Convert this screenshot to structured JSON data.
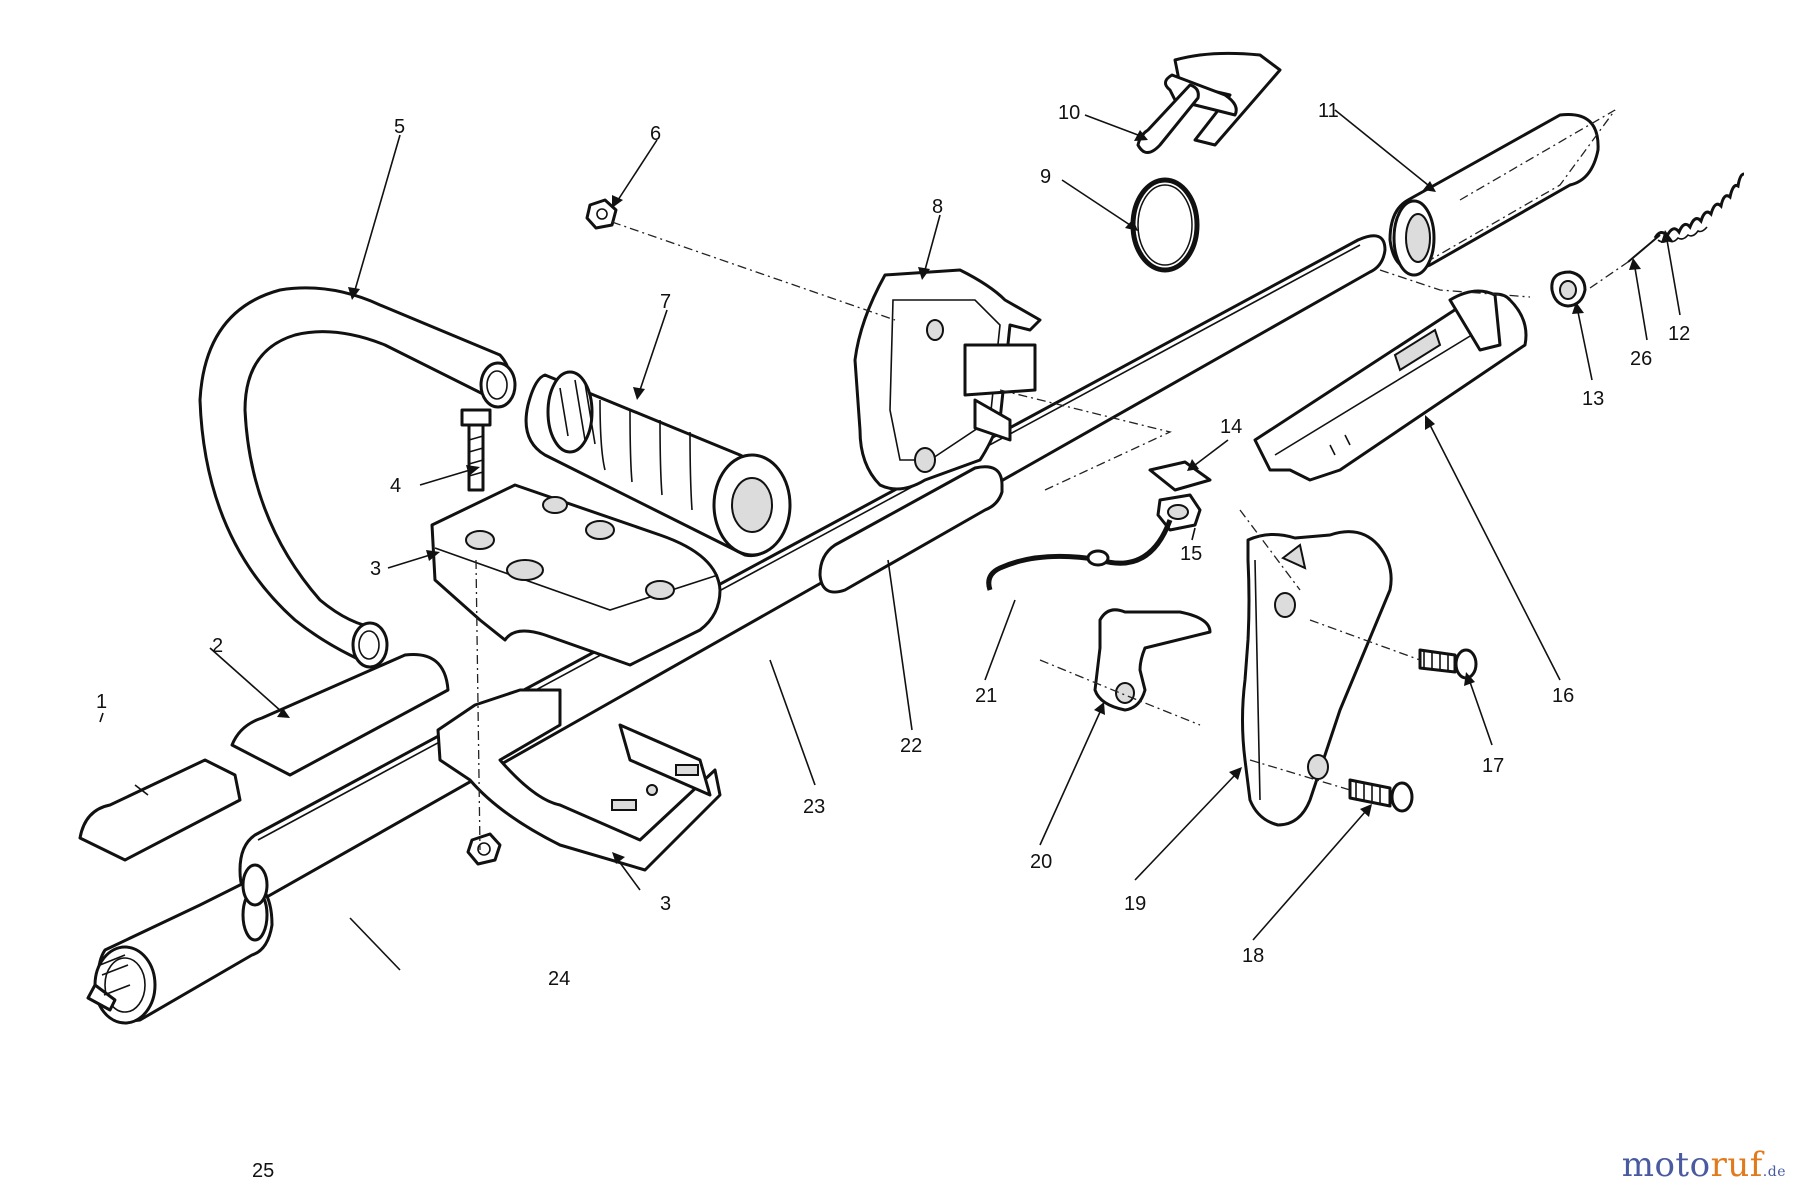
{
  "callouts": [
    {
      "id": "1",
      "text": "1"
    },
    {
      "id": "2",
      "text": "2"
    },
    {
      "id": "3a",
      "text": "3"
    },
    {
      "id": "3b",
      "text": "3"
    },
    {
      "id": "4",
      "text": "4"
    },
    {
      "id": "5",
      "text": "5"
    },
    {
      "id": "6",
      "text": "6"
    },
    {
      "id": "7",
      "text": "7"
    },
    {
      "id": "8",
      "text": "8"
    },
    {
      "id": "9",
      "text": "9"
    },
    {
      "id": "10",
      "text": "10"
    },
    {
      "id": "11",
      "text": "11"
    },
    {
      "id": "12",
      "text": "12"
    },
    {
      "id": "13",
      "text": "13"
    },
    {
      "id": "14",
      "text": "14"
    },
    {
      "id": "15",
      "text": "15"
    },
    {
      "id": "16",
      "text": "16"
    },
    {
      "id": "17",
      "text": "17"
    },
    {
      "id": "18",
      "text": "18"
    },
    {
      "id": "19",
      "text": "19"
    },
    {
      "id": "20",
      "text": "20"
    },
    {
      "id": "21",
      "text": "21"
    },
    {
      "id": "22",
      "text": "22"
    },
    {
      "id": "23",
      "text": "23"
    },
    {
      "id": "24",
      "text": "24"
    },
    {
      "id": "25",
      "text": "25"
    },
    {
      "id": "26",
      "text": "26"
    }
  ],
  "watermark": {
    "part_a": "moto",
    "part_b": "ruf",
    "tld": ".de"
  },
  "colors": {
    "line": "#111111",
    "watermark_blue": "#4a5aa0",
    "watermark_orange": "#e07a1c"
  }
}
